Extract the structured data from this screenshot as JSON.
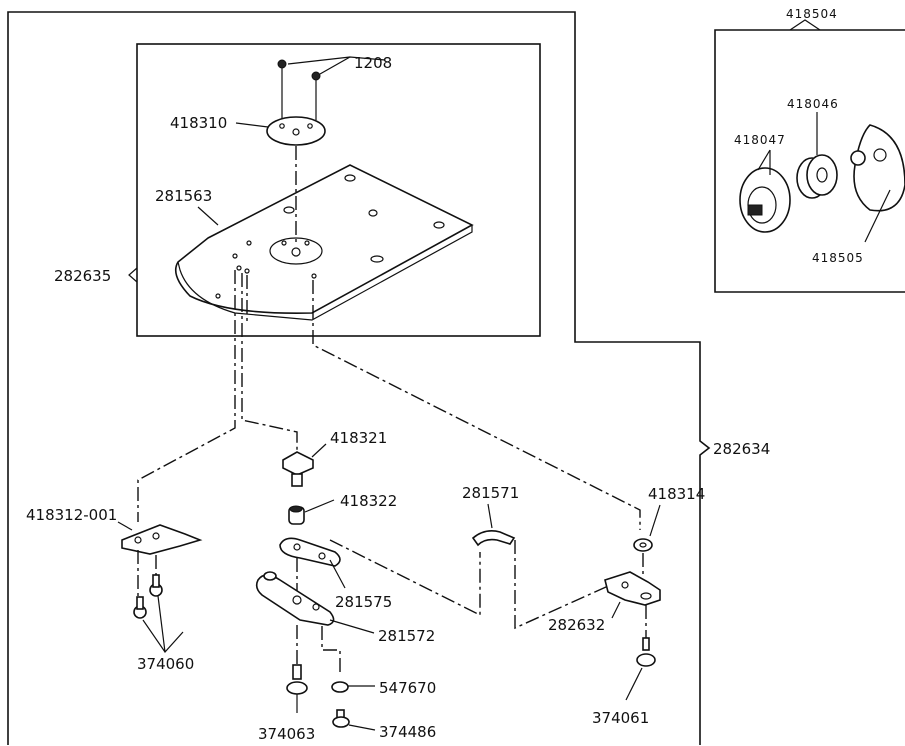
{
  "outer_assembly": {
    "id": "282634"
  },
  "plate_assembly": {
    "id": "282635"
  },
  "bobbin_kit": {
    "id": "418504"
  },
  "labels": {
    "screws_1208": "1208",
    "ring_418310": "418310",
    "plate_281563": "281563",
    "kit_418046": "418046",
    "kit_418047": "418047",
    "kit_418505": "418505",
    "stud_418321": "418321",
    "sleeve_418322": "418322",
    "bracket_418312": "418312-001",
    "spring_281571": "281571",
    "washer_418314": "418314",
    "link_281575": "281575",
    "lever_281572": "281572",
    "lever_282632": "282632",
    "screws_374060": "374060",
    "screw_374063": "374063",
    "washer_547670": "547670",
    "screw_374486": "374486",
    "screw_374061": "374061"
  }
}
